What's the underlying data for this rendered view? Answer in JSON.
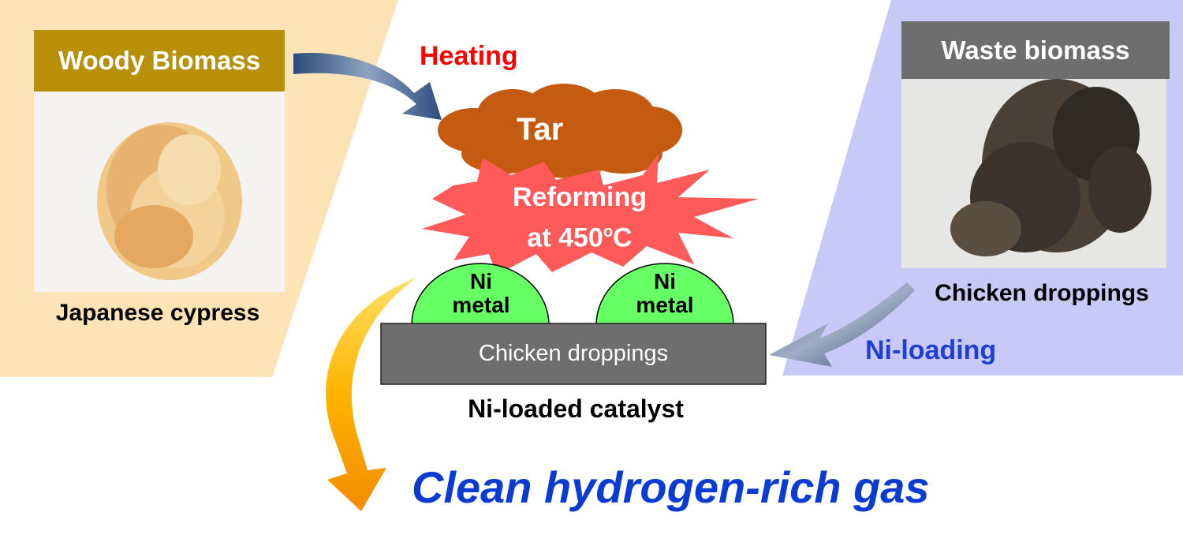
{
  "left_panel": {
    "title": "Woody Biomass",
    "caption": "Japanese cypress"
  },
  "right_panel": {
    "title": "Waste biomass",
    "caption": "Chicken droppings"
  },
  "center": {
    "heating": "Heating",
    "tar": "Tar",
    "reforming_line1": "Reforming",
    "reforming_line2": "at 450",
    "reforming_degree": "o",
    "reforming_unit": "C",
    "ni_metal_1_line1": "Ni",
    "ni_metal_1_line2": "metal",
    "ni_metal_2_line1": "Ni",
    "ni_metal_2_line2": "metal",
    "support": "Chicken droppings",
    "catalyst_caption": "Ni-loaded catalyst",
    "ni_loading": "Ni-loading",
    "product": "Clean hydrogen-rich gas"
  },
  "colors": {
    "left_panel_bg": "#fde3b6",
    "right_panel_bg": "#c9c9f7",
    "woody_label_bg": "#b8900a",
    "waste_label_bg": "#6e6e6e",
    "heating_red": "#ff0000",
    "tar_brown": "#c55a11",
    "reforming_star": "#ff5a5a",
    "ni_green": "#66ff66",
    "support_gray": "#6e6e6e",
    "ni_loading_blue": "#1f3fd1",
    "product_blue": "#0b3bd1"
  }
}
